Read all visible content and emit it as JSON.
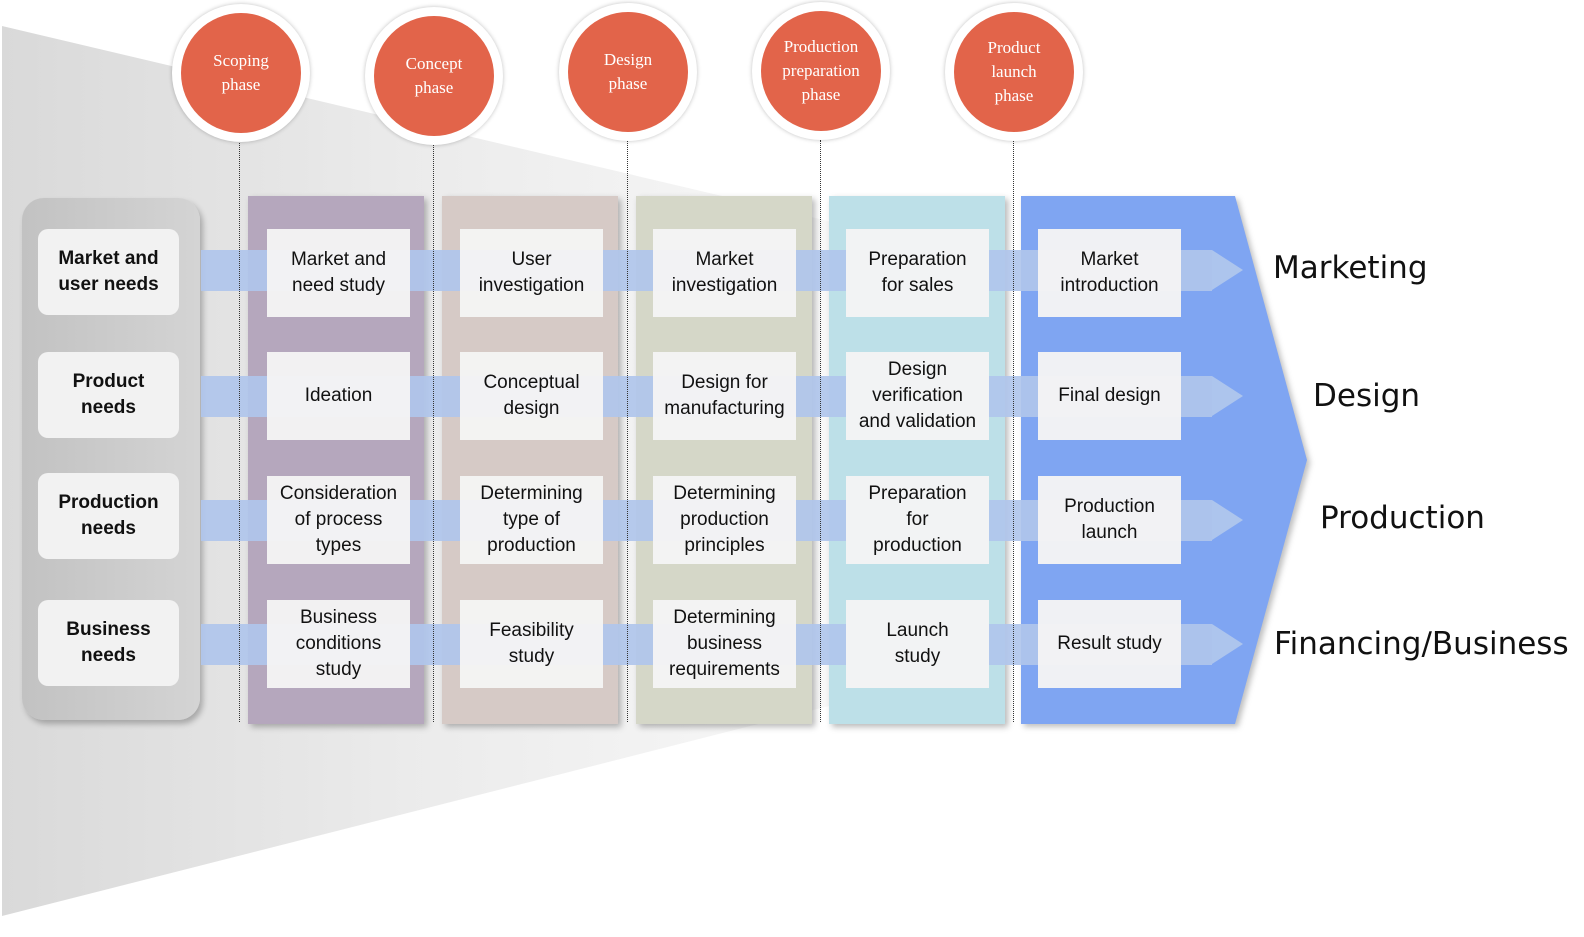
{
  "phases": [
    {
      "label": "Scoping\nphase",
      "column_color": "#b5a7bd"
    },
    {
      "label": "Concept\nphase",
      "column_color": "#d6cac6"
    },
    {
      "label": "Design\nphase",
      "column_color": "#d5d7c8"
    },
    {
      "label": "Production\npreparation\nphase",
      "column_color": "#bde0e8"
    },
    {
      "label": "Product\nlaunch\nphase",
      "column_color": "#7fa5f2"
    }
  ],
  "needs": [
    {
      "label": "Market and\nuser needs"
    },
    {
      "label": "Product\nneeds"
    },
    {
      "label": "Production\nneeds"
    },
    {
      "label": "Business\nneeds"
    }
  ],
  "activities": [
    [
      "Market and\nneed study",
      "User\ninvestigation",
      "Market\ninvestigation",
      "Preparation\nfor sales",
      "Market\nintroduction"
    ],
    [
      "Ideation",
      "Conceptual\ndesign",
      "Design for\nmanufacturing",
      "Design\nverification\nand validation",
      "Final design"
    ],
    [
      "Consideration\nof process\ntypes",
      "Determining\ntype of\nproduction",
      "Determining\nproduction\nprinciples",
      "Preparation\nfor\nproduction",
      "Production\nlaunch"
    ],
    [
      "Business\nconditions\nstudy",
      "Feasibility\nstudy",
      "Determining\nbusiness\nrequirements",
      "Launch\nstudy",
      "Result study"
    ]
  ],
  "domains": [
    "Marketing",
    "Design",
    "Production",
    "Financing/Business"
  ],
  "colors": {
    "circle": "#e2644a",
    "band": "#b0c6ec",
    "final_arrow": "#7fa5f2",
    "funnel": "#e6e6e6"
  }
}
